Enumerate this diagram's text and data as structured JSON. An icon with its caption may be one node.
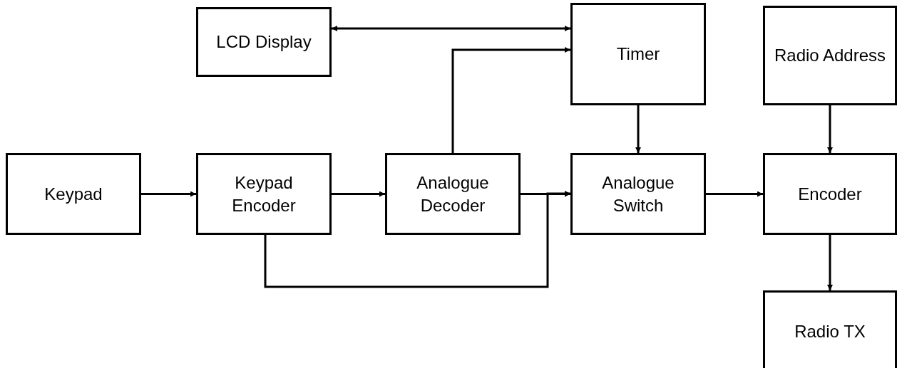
{
  "diagram": {
    "nodes": [
      {
        "text": [
          "LCD Display"
        ]
      },
      {
        "text": [
          "Timer"
        ]
      },
      {
        "text": [
          "Radio Address"
        ]
      },
      {
        "text": [
          "Keypad"
        ]
      },
      {
        "text": [
          "Keypad Encoder"
        ]
      },
      {
        "text": [
          "Analogue Decoder"
        ]
      },
      {
        "text": [
          "Analogue Switch"
        ]
      },
      {
        "text": [
          "Encoder"
        ]
      },
      {
        "text": [
          "Radio TX"
        ]
      }
    ],
    "edges": [
      {
        "from": 0,
        "to": 1,
        "arrow": "both"
      },
      {
        "from": 5,
        "to": 1,
        "arrow": "to"
      },
      {
        "from": 1,
        "to": 6,
        "arrow": "to"
      },
      {
        "from": 2,
        "to": 7,
        "arrow": "to"
      },
      {
        "from": 3,
        "to": 4,
        "arrow": "to"
      },
      {
        "from": 4,
        "to": 5,
        "arrow": "to"
      },
      {
        "from": 5,
        "to": 6,
        "arrow": "to"
      },
      {
        "from": 4,
        "to": 6,
        "arrow": "to"
      },
      {
        "from": 6,
        "to": 7,
        "arrow": "to"
      },
      {
        "from": 7,
        "to": 8,
        "arrow": "to"
      }
    ]
  }
}
